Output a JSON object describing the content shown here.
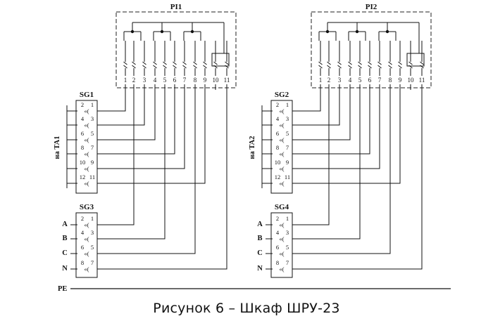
{
  "caption": "Рисунок 6 – Шкаф ШРУ-23",
  "pe_label": "PE",
  "phase_labels": [
    "A",
    "B",
    "C",
    "N"
  ],
  "groups": [
    {
      "relay_title": "PI1",
      "pins": [
        "1",
        "2",
        "3",
        "4",
        "5",
        "6",
        "7",
        "8",
        "9",
        "10",
        "11"
      ],
      "upper_block": {
        "title": "SG1",
        "side_label": "на TA1",
        "rows": [
          [
            "2",
            "1"
          ],
          [
            "4",
            "3"
          ],
          [
            "6",
            "5"
          ],
          [
            "8",
            "7"
          ],
          [
            "10",
            "9"
          ],
          [
            "12",
            "11"
          ]
        ]
      },
      "lower_block": {
        "title": "SG3",
        "rows": [
          [
            "2",
            "1"
          ],
          [
            "4",
            "3"
          ],
          [
            "6",
            "5"
          ],
          [
            "8",
            "7"
          ]
        ]
      }
    },
    {
      "relay_title": "PI2",
      "pins": [
        "1",
        "2",
        "3",
        "4",
        "5",
        "6",
        "7",
        "8",
        "9",
        "10",
        "11"
      ],
      "upper_block": {
        "title": "SG2",
        "side_label": "на TA2",
        "rows": [
          [
            "2",
            "1"
          ],
          [
            "4",
            "3"
          ],
          [
            "6",
            "5"
          ],
          [
            "8",
            "7"
          ],
          [
            "10",
            "9"
          ],
          [
            "12",
            "11"
          ]
        ]
      },
      "lower_block": {
        "title": "SG4",
        "rows": [
          [
            "2",
            "1"
          ],
          [
            "4",
            "3"
          ],
          [
            "6",
            "5"
          ],
          [
            "8",
            "7"
          ]
        ]
      }
    }
  ]
}
